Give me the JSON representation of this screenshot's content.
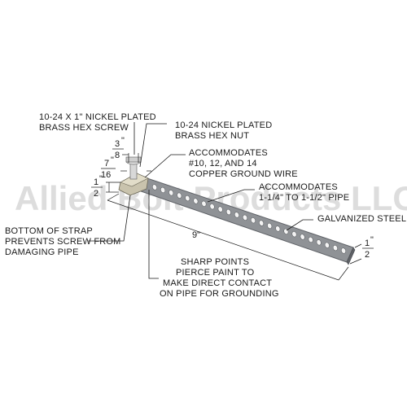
{
  "watermark": "Allied Bolt Products LLC",
  "labels": {
    "screw_line1": "10-24 X 1\" NICKEL PLATED",
    "screw_line2": "BRASS HEX SCREW",
    "nut_line1": "10-24 NICKEL PLATED",
    "nut_line2": "BRASS HEX NUT",
    "wire_line1": "ACCOMMODATES",
    "wire_line2": "#10, 12, AND 14",
    "wire_line3": "COPPER GROUND WIRE",
    "pipe_line1": "ACCOMMODATES",
    "pipe_line2": "1-1/4\" TO 1-1/2\" PIPE",
    "material": "GALVANIZED STEEL",
    "bottom_line1": "BOTTOM OF STRAP",
    "bottom_line2": "PREVENTS SCREW FROM",
    "bottom_line3": "DAMAGING PIPE",
    "points_line1": "SHARP POINTS",
    "points_line2": "PIERCE PAINT TO",
    "points_line3": "MAKE DIRECT CONTACT",
    "points_line4": "ON PIPE FOR GROUNDING"
  },
  "dimensions": {
    "screw_width": {
      "num": "3",
      "den": "8",
      "unit": "\""
    },
    "nut_width": {
      "num": "7",
      "den": "16",
      "unit": "\""
    },
    "strap_width_left": {
      "num": "1",
      "den": "2",
      "unit": "\""
    },
    "strap_length": "9\"",
    "strap_width_right": {
      "num": "1",
      "den": "2",
      "unit": "\""
    }
  },
  "colors": {
    "strap": "#8f9296",
    "strap_edge": "#5e6166",
    "nut": "#c9c3ad",
    "screw": "#d8d8d8"
  }
}
